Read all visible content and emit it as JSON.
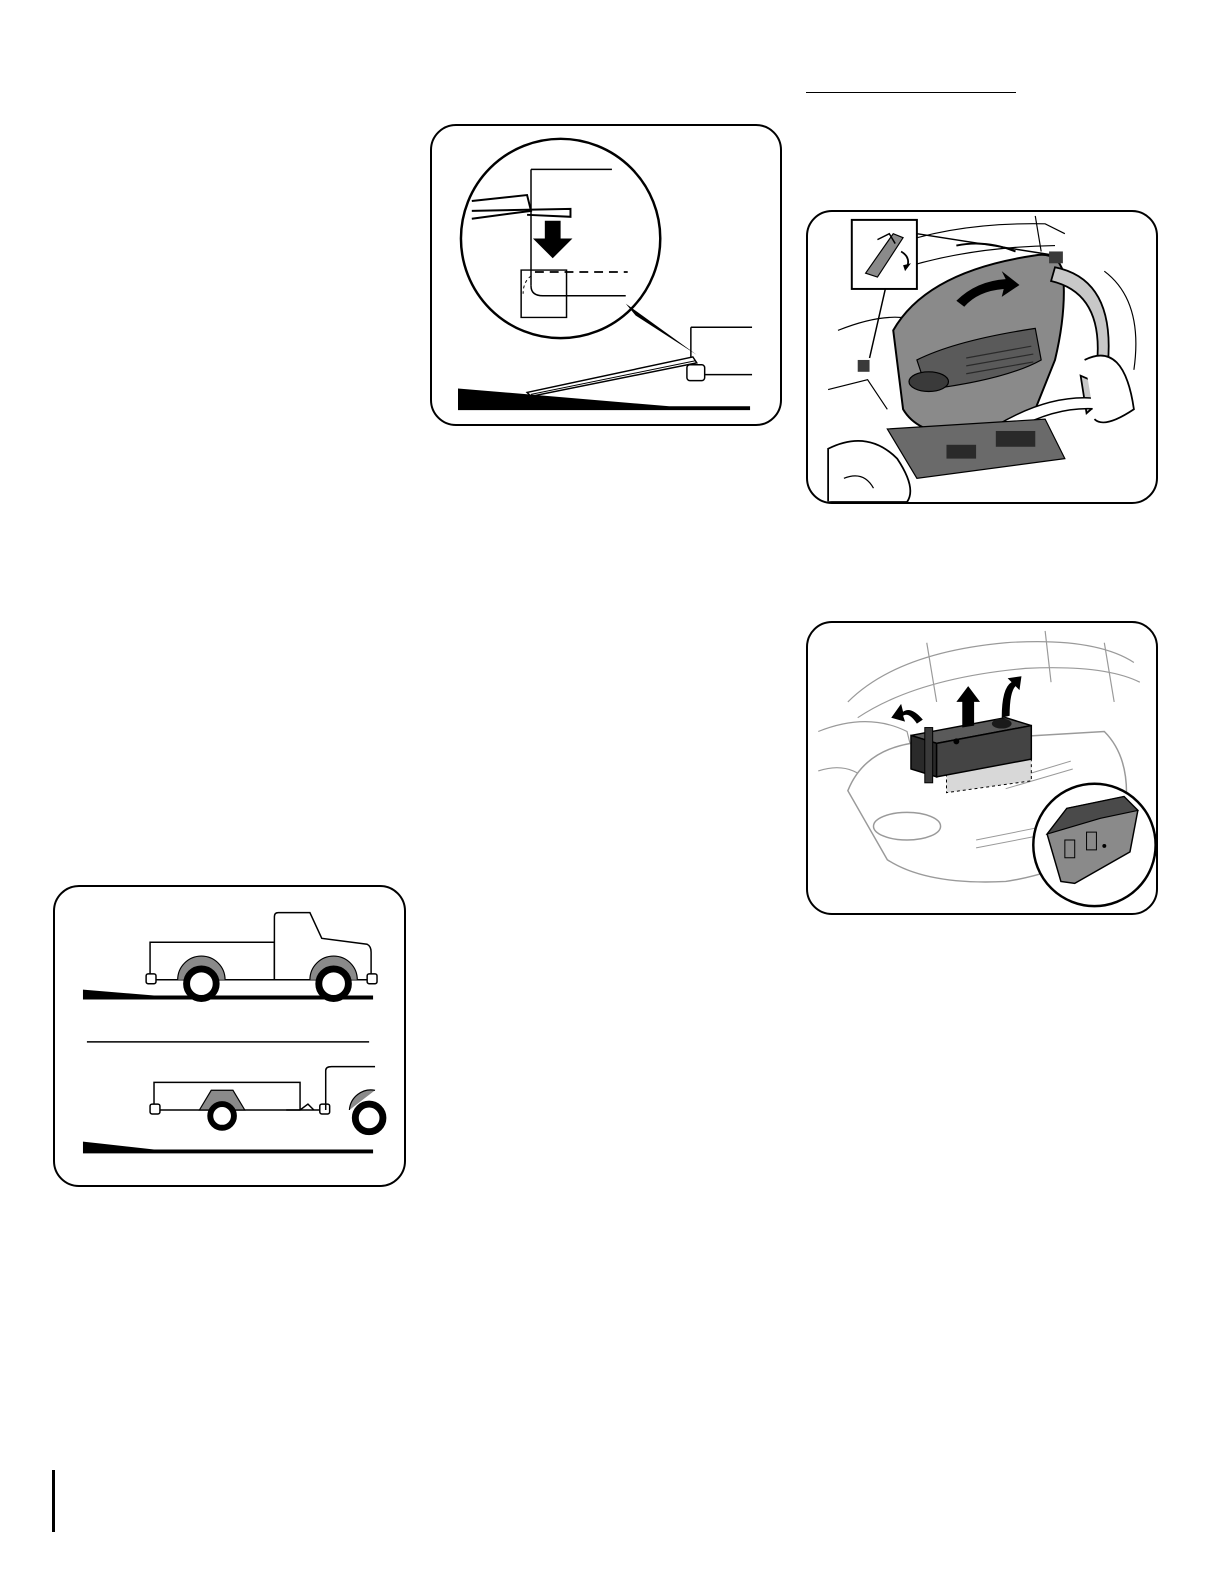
{
  "page": {
    "background": "#ffffff",
    "ink": "#000000",
    "shade_dark": "#3a3a3a",
    "shade_mid": "#8a8a8a",
    "shade_light": "#c8c8c8"
  },
  "figures": [
    {
      "id": "ramp-detail",
      "icon": "down-arrow-icon"
    },
    {
      "id": "hood-release",
      "icon": "curved-arrow-icon"
    },
    {
      "id": "battery-removal",
      "icon": "up-arrow-icon"
    },
    {
      "id": "towing-vehicles",
      "icon": "truck-icon"
    }
  ]
}
